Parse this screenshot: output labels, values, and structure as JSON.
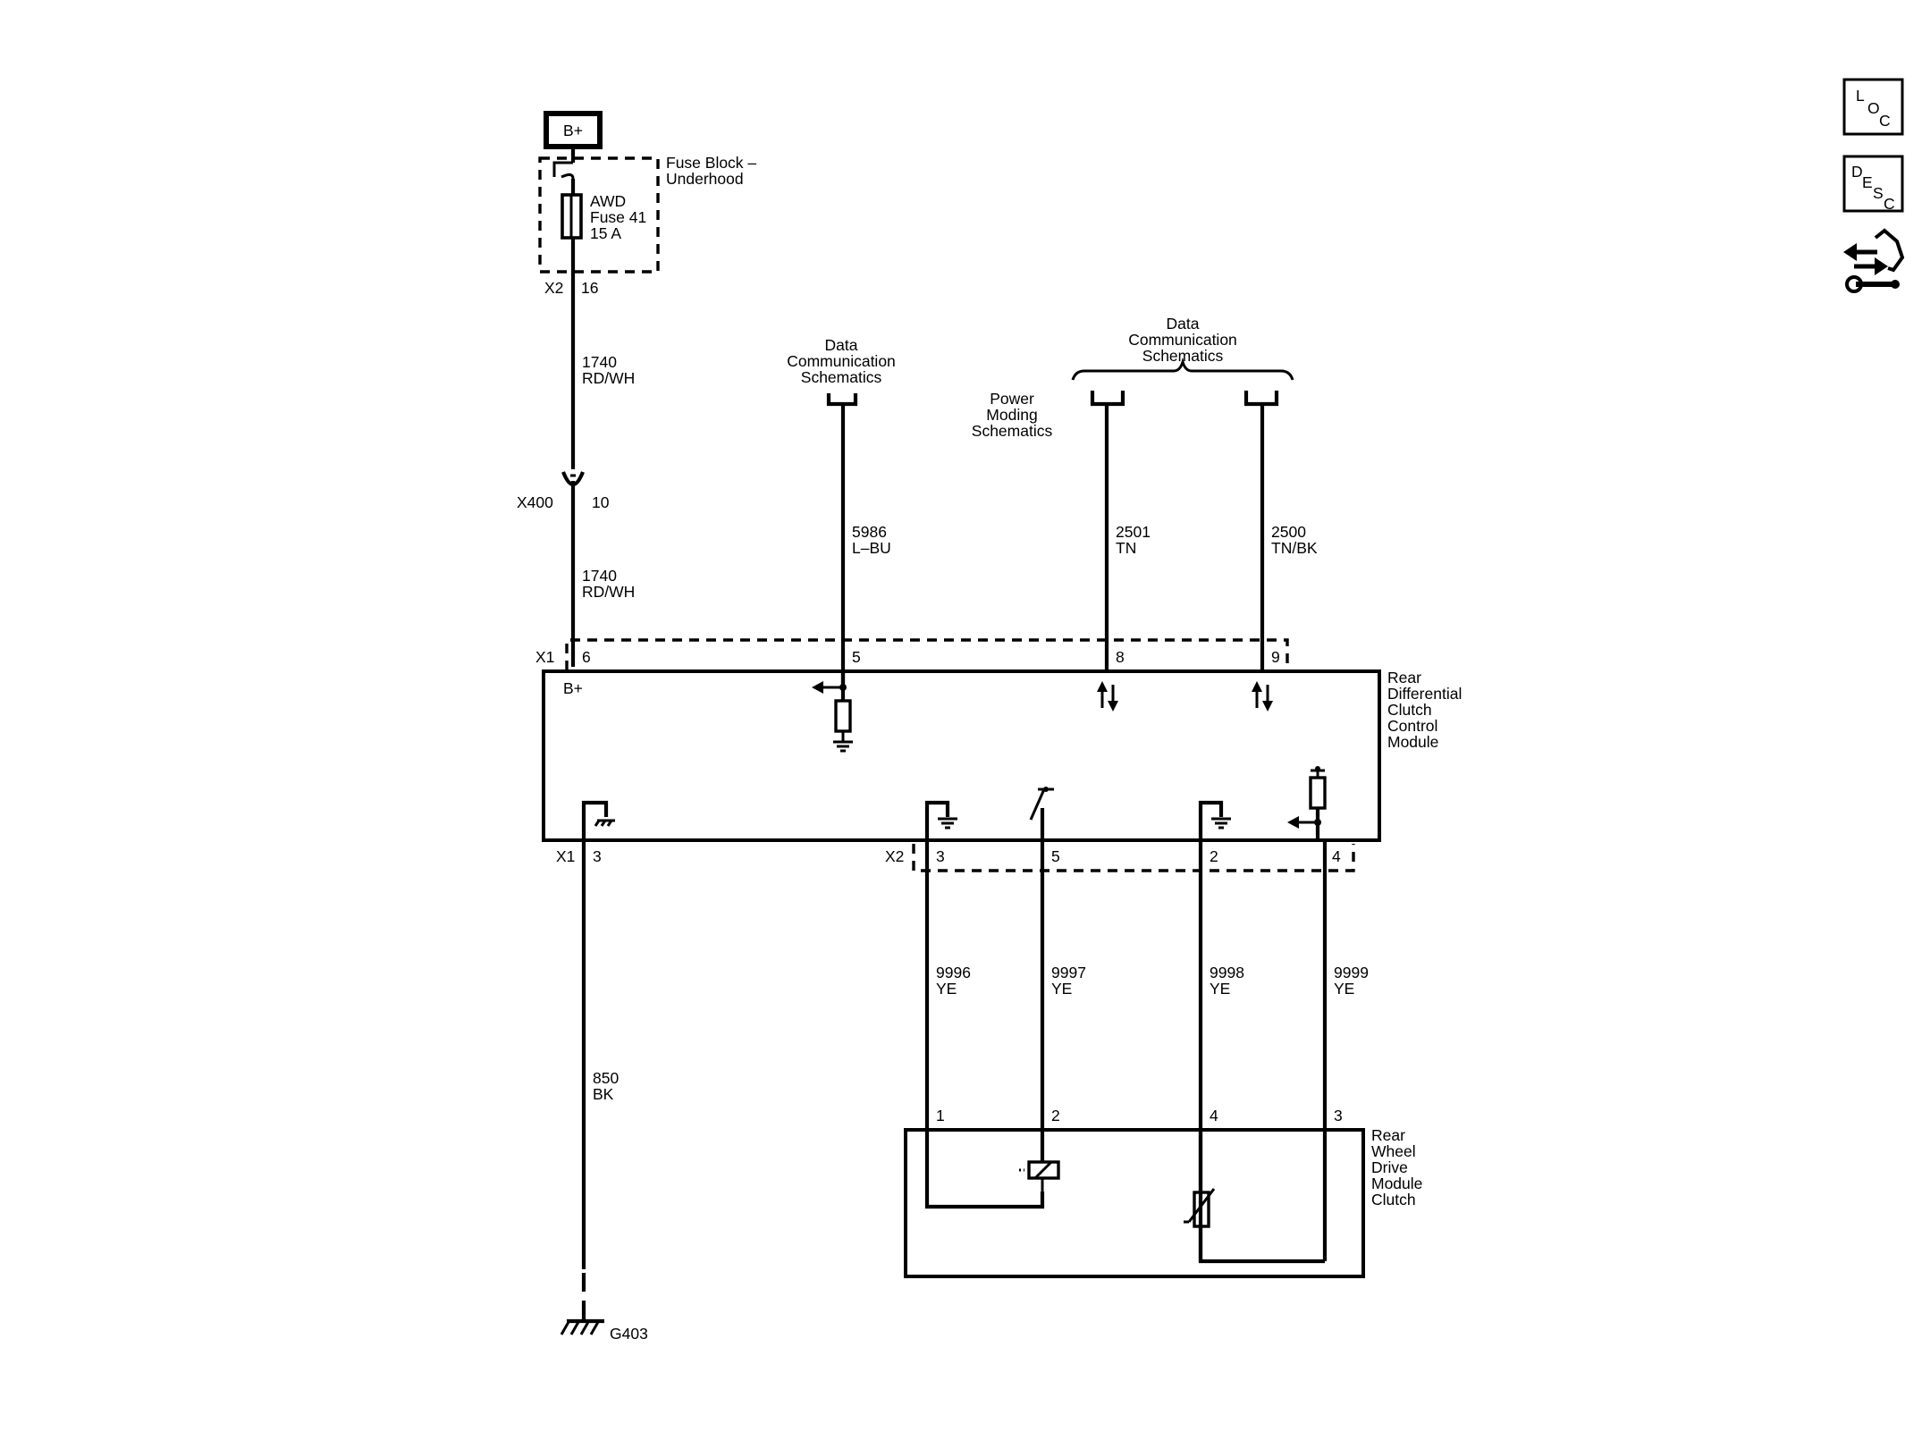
{
  "power": {
    "bplus_box": "B+",
    "module_bplus": "B+"
  },
  "fuse_block": {
    "name_line1": "Fuse Block –",
    "name_line2": "Underhood",
    "fuse_line1": "AWD",
    "fuse_line2": "Fuse 41",
    "fuse_line3": "15 A",
    "connector": "X2",
    "pin": "16"
  },
  "wires": {
    "w1740_top": {
      "circuit": "1740",
      "color": "RD/WH"
    },
    "w1740_bottom": {
      "circuit": "1740",
      "color": "RD/WH"
    },
    "w5986": {
      "circuit": "5986",
      "color": "L–BU"
    },
    "w2501": {
      "circuit": "2501",
      "color": "TN"
    },
    "w2500": {
      "circuit": "2500",
      "color": "TN/BK"
    },
    "w850": {
      "circuit": "850",
      "color": "BK"
    },
    "w9996": {
      "circuit": "9996",
      "color": "YE"
    },
    "w9997": {
      "circuit": "9997",
      "color": "YE"
    },
    "w9998": {
      "circuit": "9998",
      "color": "YE"
    },
    "w9999": {
      "circuit": "9999",
      "color": "YE"
    }
  },
  "inline_connector": {
    "name": "X400",
    "pin": "10"
  },
  "references": {
    "data_comm_left": [
      "Data",
      "Communication",
      "Schematics"
    ],
    "data_comm_right": [
      "Data",
      "Communication",
      "Schematics"
    ],
    "power_moding": [
      "Power",
      "Moding",
      "Schematics"
    ]
  },
  "control_module": {
    "name": [
      "Rear",
      "Differential",
      "Clutch",
      "Control",
      "Module"
    ],
    "x1": {
      "connector": "X1",
      "pins": [
        "6",
        "5",
        "8",
        "9"
      ]
    },
    "x1_lower": {
      "connector": "X1",
      "pin": "3"
    },
    "x2": {
      "connector": "X2",
      "pins": [
        "3",
        "5",
        "2",
        "4"
      ]
    }
  },
  "clutch_module": {
    "name": [
      "Rear",
      "Wheel",
      "Drive",
      "Module",
      "Clutch"
    ],
    "pins": [
      "1",
      "2",
      "4",
      "3"
    ]
  },
  "ground": {
    "name": "G403"
  },
  "side_icons": {
    "loc": {
      "letters": [
        "L",
        "O",
        "C"
      ],
      "icon": "location-icon"
    },
    "desc": {
      "letters": [
        "D",
        "E",
        "S",
        "C"
      ],
      "icon": "description-icon"
    },
    "repair": {
      "icon": "connector-repair-icon"
    }
  }
}
